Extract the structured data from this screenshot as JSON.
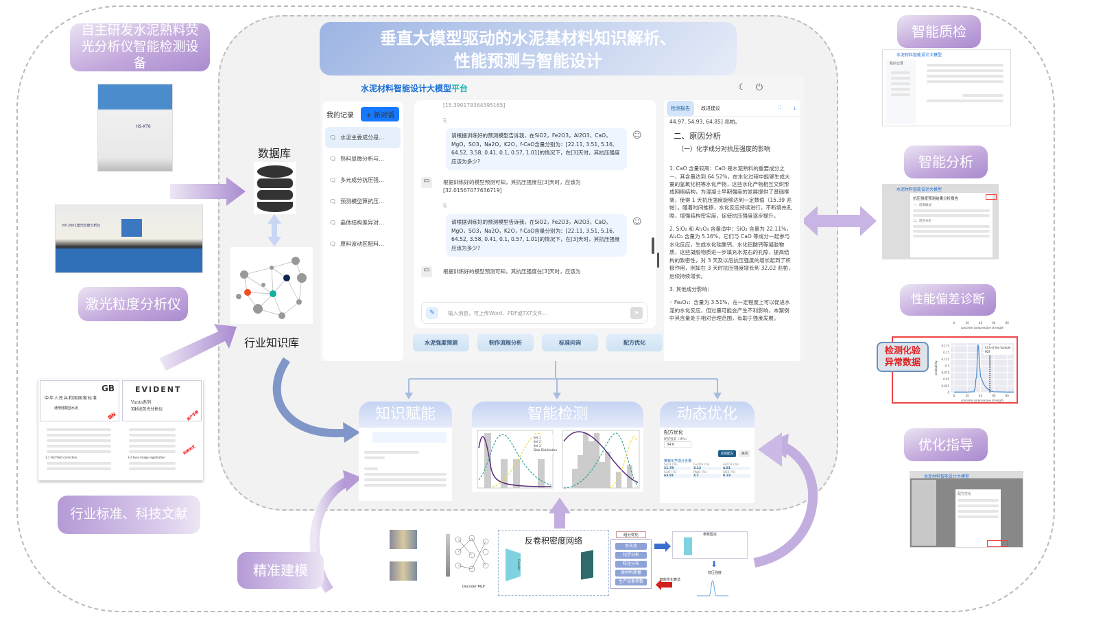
{
  "title": {
    "line1": "垂直大模型驱动的水泥基材料知识解析、",
    "line2": "性能预测与智能设计"
  },
  "left_sources": {
    "fluorescence_label": "自主研发水泥熟料荧光分析仪智能检测设备",
    "fluorescence_device_tag": "HS-XT6",
    "laser_label": "激光粒度分析仪",
    "laser_device_tag": "BT-2001激光粒度分析仪",
    "literature_label": "行业标准、科技文献",
    "docs": {
      "gb_logo": "GB",
      "gb_title": "中华人民共和国国家标准",
      "gb_subtitle": "通用硅酸盐水泥",
      "gb_stamp": "国标",
      "evident_logo": "EVIDENT",
      "evident_title": "Vanta系列",
      "evident_subtitle": "X射线荧光分析仪",
      "evident_stamp": "用户手册",
      "paper_stamp": "科研论文",
      "paper_sec1": "3.1 Flat field correction",
      "paper_sec2": "3.2 Fuse image registration"
    }
  },
  "knowledge": {
    "database_label": "数据库",
    "kb_label": "行业知识库"
  },
  "app": {
    "title_main": "水泥材料智能设计大模型",
    "title_accent": "平台",
    "icons": [
      "moon-icon",
      "power-icon"
    ],
    "sidebar": {
      "header": "我的记录",
      "new_chat": "+ 新对话",
      "items": [
        "水泥主要成分是...",
        "熟料显微分析与...",
        "多元成分抗压强...",
        "预测模型算抗压...",
        "晶体结构差异对...",
        "原料波动区配料..."
      ]
    },
    "chat": {
      "prev_answer_tail": "[15.390179364395165]",
      "question": "请根据训练好的预测模型告诉我，在SiO2，Fe2O3，Al2O3，CaO，MgO，SO3，Na2O，K2O，f-CaO含量分别为：[22.11, 3.51, 5.16, 64.52, 3.58, 0.41, 0.1, 0.57, 1.01]的情况下，在[3]天时，其抗压强度应该为多少?",
      "answer": "根据训练好的模型预测可知，其抗压强度在[3]天时，应该为[32.01567077636719]",
      "answer_partial": "根据训练好的模型预测可知，其抗压强度在[3]天时，应该为",
      "input_placeholder": "输入消息，可上传Word、PDF或TXT文件...",
      "quick_buttons": [
        "水泥强度预测",
        "制作流程分析",
        "标准问询",
        "配方优化"
      ]
    },
    "report": {
      "tabs": [
        "检测报告",
        "改进建议"
      ],
      "top_line": "44.97, 54.93, 64.85] 兆帕。",
      "heading2": "二、原因分析",
      "heading3": "（一）化学成分对抗压强度的影响",
      "paragraphs": [
        "1. CaO 含量较高：CaO 是水泥熟料的重要成分之一，其含量达到 64.52%，在水化过程中能够生成大量的氢氧化钙等水化产物，这些水化产物相互交织形成网络结构，为混凝土早期强度的发展提供了基础框架，使得 1 天抗压强度能够达到一定数值（15.39 兆帕）。随着时间推移，水化反应持续进行，不断填充孔隙，增强结构密实度，促使抗压强度逐步提升。",
        "2. SiO₂ 和 Al₂O₃ 含量适中：SiO₂ 含量为 22.11%，Al₂O₃ 含量为 5.16%，它们与 CaO 等成分一起参与水化反应，生成水化硅酸钙、水化铝酸钙等凝胶物质，这些凝胶物质进一步填充水泥石的孔隙，提高结构的致密性，对 3 天及以后抗压强度的增长起到了积极作用，例如在 3 天时抗压强度增长到 32.02 兆帕，后续持续增长。",
        "3. 其他成分影响：",
        "◦ Fe₂O₃：含量为 3.51%，在一定程度上可以促进水泥的水化反应，但过量可能会产生不利影响，本案例中其含量处于相对合理范围，有助于强度发展。"
      ]
    }
  },
  "cards": {
    "knowledge_empower": "知识赋能",
    "smart_detect": "智能检测",
    "dynamic_opt": "动态优化",
    "opt_panel": {
      "title": "配方优化",
      "target_label": "期望强度（MPa）",
      "target_value": "34.6",
      "confirm": "获取配方",
      "close": "关闭",
      "rec_title": "推荐化学成分含量:",
      "fields": [
        {
          "k": "SiO2 (%)",
          "v": "21.78"
        },
        {
          "k": "Fe2O3 (%)",
          "v": "3.12"
        },
        {
          "k": "Al2O3 (%)",
          "v": "4.81"
        },
        {
          "k": "CaO (%)",
          "v": "63.81"
        },
        {
          "k": "MgO (%)",
          "v": "4.1"
        },
        {
          "k": "SO3 (%)",
          "v": "0.33"
        }
      ]
    },
    "chart_legend": [
      "Set 1",
      "Set 2",
      "Set 3",
      "Data Distribution"
    ]
  },
  "modeling": {
    "label": "精准建模",
    "network_title": "反卷积密度网络",
    "decoder_label": "Decoder MLP",
    "encoder_label": "Encoder",
    "opt_header": "组分优化",
    "opt_items": [
      "水灰比",
      "化学分析",
      "粒径分布",
      "原材料质量",
      "生产设备参数"
    ],
    "param_header": "参数固定",
    "strength_label": "抗压强度",
    "algo_label": "智能优化算法"
  },
  "right_panel": {
    "quality_label": "智能质检",
    "analysis_label": "智能分析",
    "analysis_report_title": "抗压强度预测结果分析报告",
    "analysis_h1": "一、结果概述",
    "analysis_h2": "二、原因分析",
    "deviation_label": "性能偏差诊断",
    "deviation_anno": "检测化验异常数据",
    "deviation_xlabel": "concrete compressive strength",
    "deviation_legend": [
      "CCS of the Sample",
      "PDF"
    ],
    "guidance_label": "优化指导"
  },
  "chart_data": {
    "type": "line",
    "title": "",
    "xlabel": "concrete compressive strength",
    "ylabel": "probability",
    "x_ticks": [
      0,
      20,
      40,
      60,
      80
    ],
    "y_ticks": [
      0.0,
      0.025,
      0.05,
      0.075,
      0.1,
      0.125,
      0.15,
      0.175
    ],
    "xlim": [
      -5,
      90
    ],
    "ylim": [
      0,
      0.185
    ],
    "series": [
      {
        "name": "PDF",
        "x": [
          0,
          20,
          30,
          32,
          33,
          34,
          35,
          36,
          37,
          38,
          40,
          45,
          50,
          55,
          60,
          80,
          90
        ],
        "y": [
          0.002,
          0.002,
          0.003,
          0.02,
          0.05,
          0.06,
          0.12,
          0.18,
          0.17,
          0.12,
          0.06,
          0.03,
          0.015,
          0.006,
          0.003,
          0.002,
          0.002
        ]
      },
      {
        "name": "CCS of the Sample",
        "x": [
          54,
          54
        ],
        "y": [
          0,
          0.185
        ]
      }
    ],
    "legend": "top-right"
  }
}
